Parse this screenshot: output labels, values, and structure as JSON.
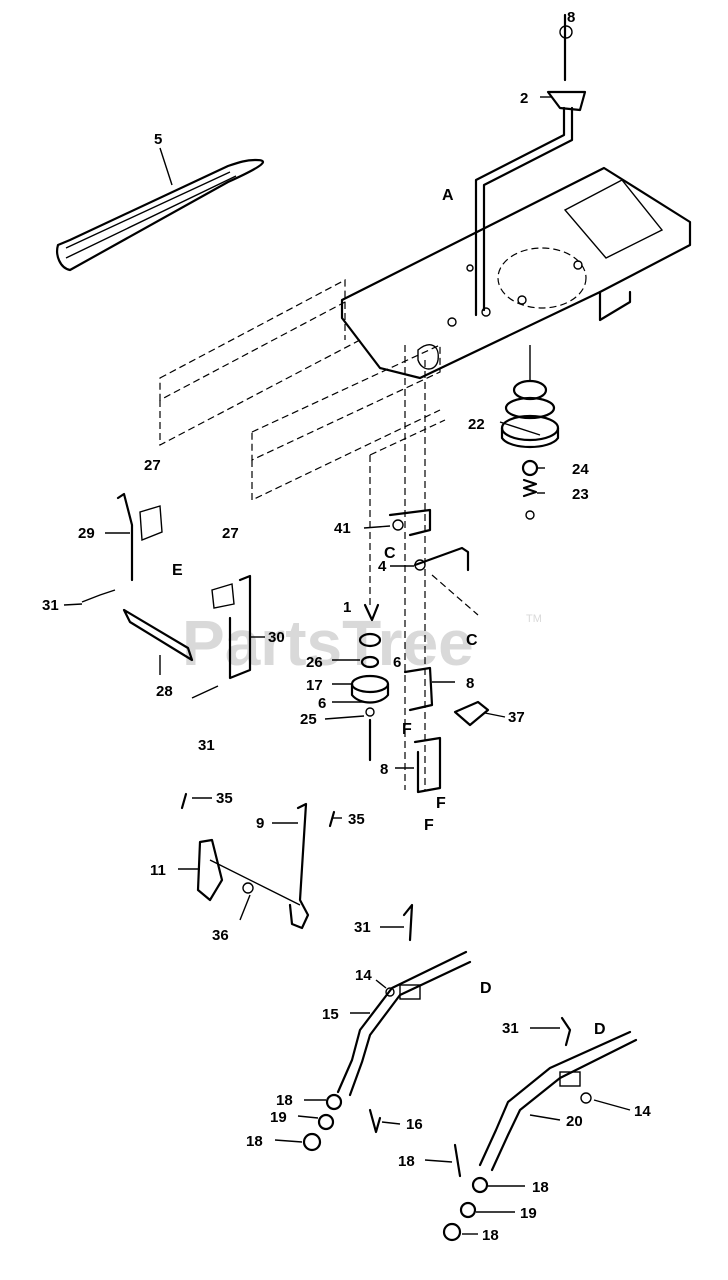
{
  "watermark": {
    "text": "PartsTree",
    "trademark": "TM"
  },
  "callouts": [
    {
      "id": "c-8-top",
      "text": "8"
    },
    {
      "id": "c-2",
      "text": "2"
    },
    {
      "id": "c-5",
      "text": "5"
    },
    {
      "id": "c-A",
      "text": "A"
    },
    {
      "id": "c-22",
      "text": "22"
    },
    {
      "id": "c-24",
      "text": "24"
    },
    {
      "id": "c-23",
      "text": "23"
    },
    {
      "id": "c-27a",
      "text": "27"
    },
    {
      "id": "c-29",
      "text": "29"
    },
    {
      "id": "c-E",
      "text": "E"
    },
    {
      "id": "c-27b",
      "text": "27"
    },
    {
      "id": "c-31a",
      "text": "31"
    },
    {
      "id": "c-30",
      "text": "30"
    },
    {
      "id": "c-28",
      "text": "28"
    },
    {
      "id": "c-31b",
      "text": "31"
    },
    {
      "id": "c-41",
      "text": "41"
    },
    {
      "id": "c-C1",
      "text": "C"
    },
    {
      "id": "c-4",
      "text": "4"
    },
    {
      "id": "c-C2",
      "text": "C"
    },
    {
      "id": "c-1",
      "text": "1"
    },
    {
      "id": "c-26",
      "text": "26"
    },
    {
      "id": "c-6a",
      "text": "6"
    },
    {
      "id": "c-17",
      "text": "17"
    },
    {
      "id": "c-6b",
      "text": "6"
    },
    {
      "id": "c-25",
      "text": "25"
    },
    {
      "id": "c-8a",
      "text": "8"
    },
    {
      "id": "c-F1",
      "text": "F"
    },
    {
      "id": "c-37",
      "text": "37"
    },
    {
      "id": "c-8b",
      "text": "8"
    },
    {
      "id": "c-F2",
      "text": "F"
    },
    {
      "id": "c-F3",
      "text": "F"
    },
    {
      "id": "c-35a",
      "text": "35"
    },
    {
      "id": "c-9",
      "text": "9"
    },
    {
      "id": "c-35b",
      "text": "35"
    },
    {
      "id": "c-11",
      "text": "11"
    },
    {
      "id": "c-36",
      "text": "36"
    },
    {
      "id": "c-31c",
      "text": "31"
    },
    {
      "id": "c-14a",
      "text": "14"
    },
    {
      "id": "c-D1",
      "text": "D"
    },
    {
      "id": "c-15",
      "text": "15"
    },
    {
      "id": "c-31d",
      "text": "31"
    },
    {
      "id": "c-D2",
      "text": "D"
    },
    {
      "id": "c-14b",
      "text": "14"
    },
    {
      "id": "c-20",
      "text": "20"
    },
    {
      "id": "c-18a",
      "text": "18"
    },
    {
      "id": "c-19a",
      "text": "19"
    },
    {
      "id": "c-16",
      "text": "16"
    },
    {
      "id": "c-18b",
      "text": "18"
    },
    {
      "id": "c-18c",
      "text": "18"
    },
    {
      "id": "c-18d",
      "text": "18"
    },
    {
      "id": "c-19b",
      "text": "19"
    },
    {
      "id": "c-18e",
      "text": "18"
    }
  ]
}
